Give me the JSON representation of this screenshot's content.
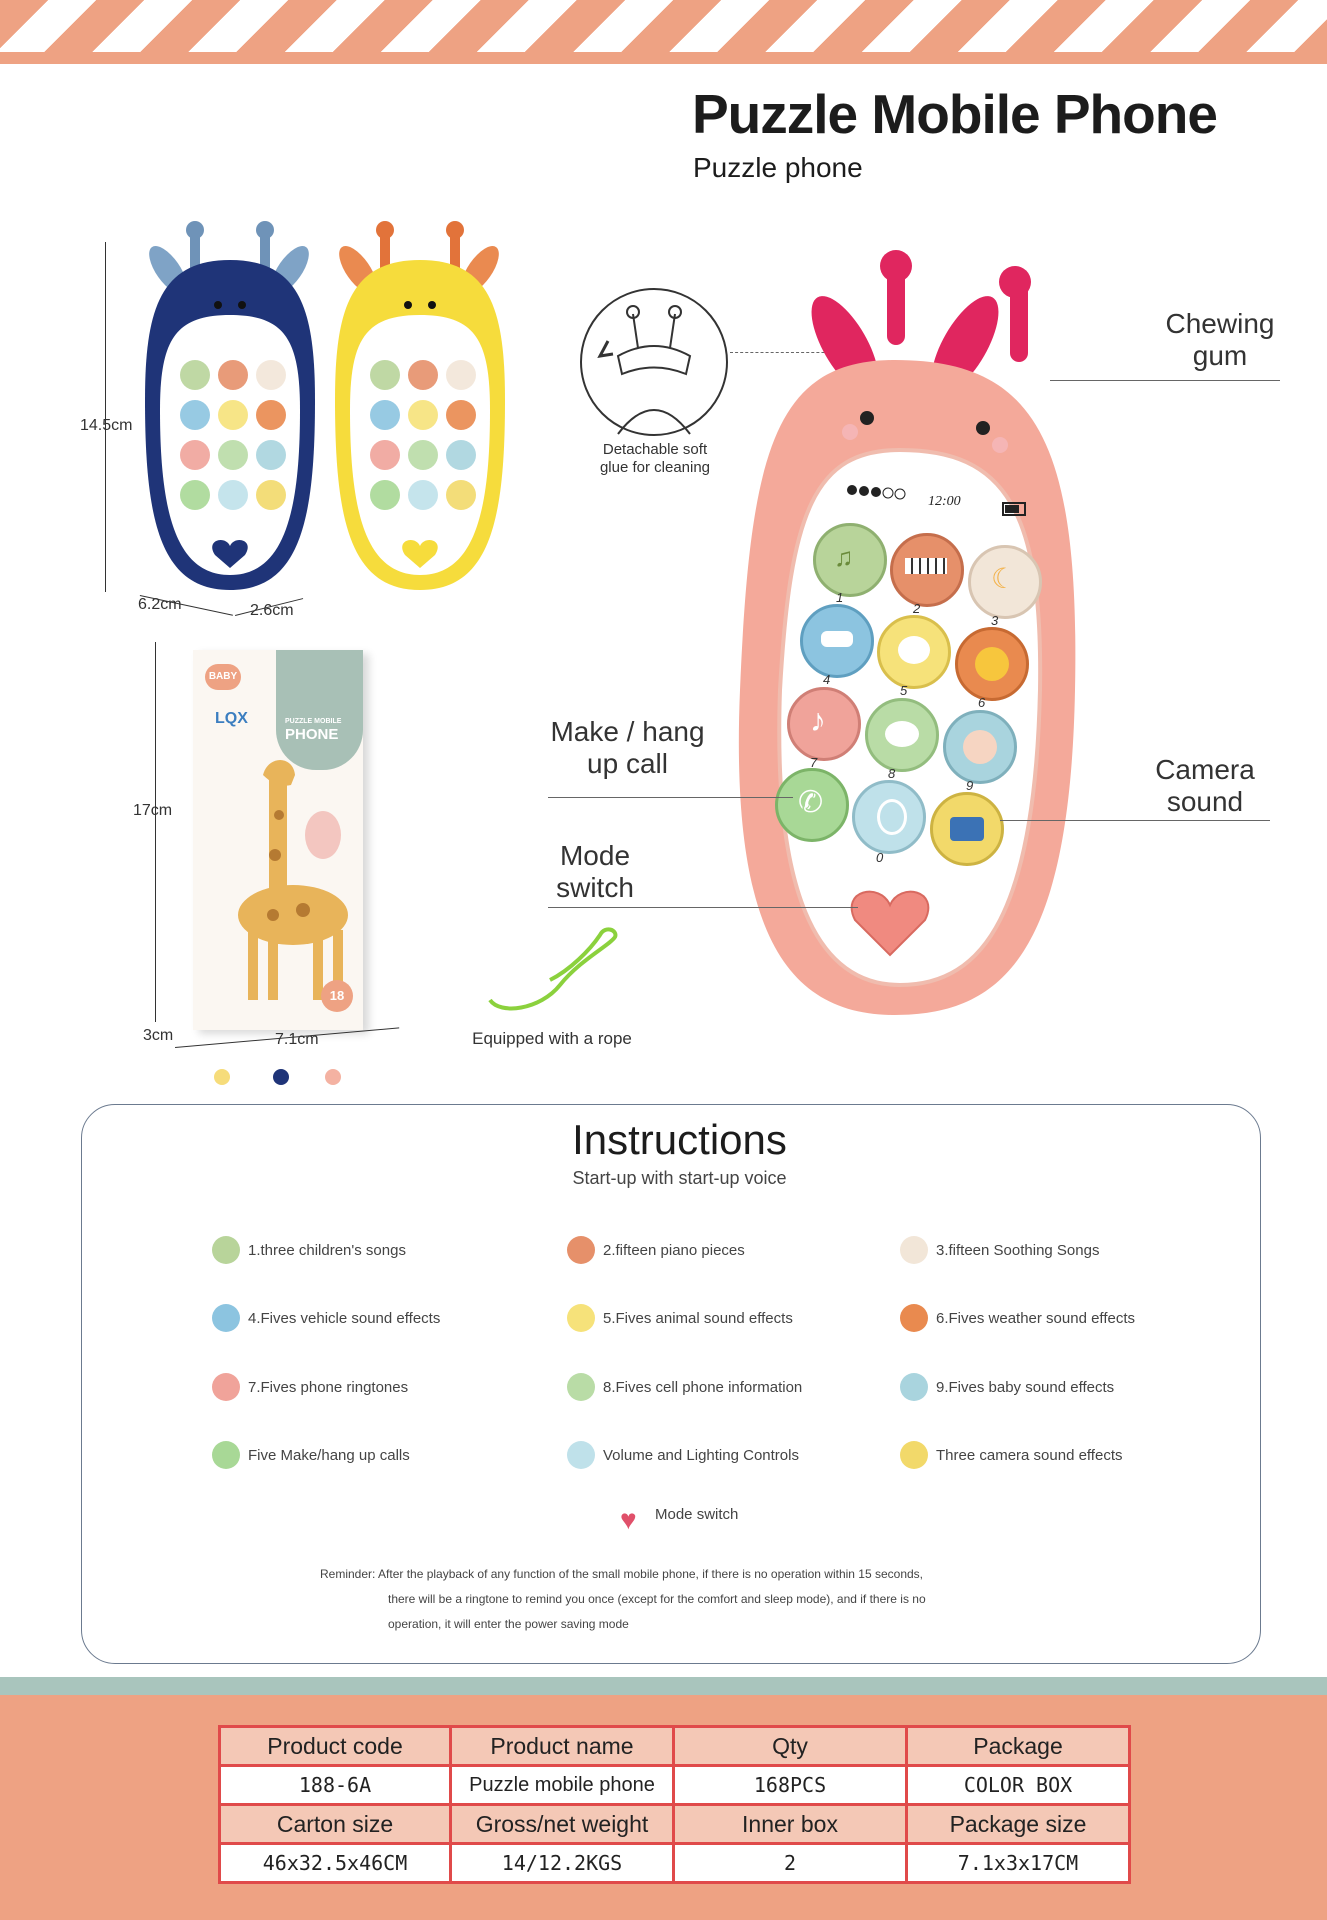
{
  "header": {
    "title": "Puzzle Mobile Phone",
    "subtitle": "Puzzle phone"
  },
  "dimensions": {
    "height": "14.5cm",
    "width": "6.2cm",
    "depth": "2.6cm",
    "box_height": "17cm",
    "box_depth": "3cm",
    "box_width": "7.1cm"
  },
  "callouts": {
    "chewing_gum_1": "Chewing",
    "chewing_gum_2": "gum",
    "make_call_1": "Make / hang",
    "make_call_2": "up call",
    "mode_switch_1": "Mode",
    "mode_switch_2": "switch",
    "camera_1": "Camera",
    "camera_2": "sound",
    "detachable_1": "Detachable soft",
    "detachable_2": "glue for cleaning",
    "rope": "Equipped with a rope"
  },
  "phone": {
    "time": "12:00",
    "digits": [
      "1",
      "2",
      "3",
      "4",
      "5",
      "6",
      "7",
      "8",
      "9",
      "0"
    ]
  },
  "box": {
    "badge": "BABY",
    "brand": "LQX",
    "product_1": "PUZZLE MOBILE",
    "product_2": "PHONE",
    "age": "18"
  },
  "instructions": {
    "title": "Instructions",
    "subtitle": "Start-up with start-up voice",
    "items": [
      {
        "label": "1.three children's songs",
        "color": "#b8d49a",
        "icon": "music-notes-icon"
      },
      {
        "label": "2.fifteen piano pieces",
        "color": "#e6906a",
        "icon": "piano-icon"
      },
      {
        "label": "3.fifteen Soothing Songs",
        "color": "#f2e6d8",
        "icon": "moon-icon"
      },
      {
        "label": "4.Fives vehicle sound effects",
        "color": "#8cc4e0",
        "icon": "car-icon"
      },
      {
        "label": "5.Fives animal sound effects",
        "color": "#f6e27a",
        "icon": "cat-icon"
      },
      {
        "label": "6.Fives weather sound effects",
        "color": "#e98a4f",
        "icon": "sun-icon"
      },
      {
        "label": "7.Fives phone ringtones",
        "color": "#f0a39a",
        "icon": "bell-icon"
      },
      {
        "label": "8.Fives cell phone information",
        "color": "#b9dca6",
        "icon": "message-icon"
      },
      {
        "label": "9.Fives baby sound effects",
        "color": "#a9d4de",
        "icon": "baby-icon"
      },
      {
        "label": "Five Make/hang up calls",
        "color": "#a8d896",
        "icon": "phone-icon"
      },
      {
        "label": "Volume and Lighting Controls",
        "color": "#bfe1ea",
        "icon": "bulb-icon"
      },
      {
        "label": "Three camera sound effects",
        "color": "#f2d96a",
        "icon": "camera-icon"
      }
    ],
    "mode_switch": "Mode switch",
    "reminder_1": "Reminder: After the playback of any function of the small mobile phone, if there is no operation within 15 seconds,",
    "reminder_2": "there will be a ringtone to remind you once (except for the comfort and sleep mode), and if there is no",
    "reminder_3": "operation, it will enter the power saving mode"
  },
  "spec": {
    "h1": [
      "Product code",
      "Product name",
      "Qty",
      "Package"
    ],
    "v1": [
      "188-6A",
      "Puzzle mobile phone",
      "168PCS",
      "COLOR BOX"
    ],
    "h2": [
      "Carton size",
      "Gross/net weight",
      "Inner box",
      "Package size"
    ],
    "v2": [
      "46x32.5x46CM",
      "14/12.2KGS",
      "2",
      "7.1x3x17CM"
    ]
  },
  "colors": {
    "stripe": "#eea283",
    "teal": "#a9c5bd",
    "table_border": "#e04a4a",
    "phone_pink": "#f4a99a",
    "navy": "#1f3478",
    "yellow": "#f6dc3c"
  }
}
